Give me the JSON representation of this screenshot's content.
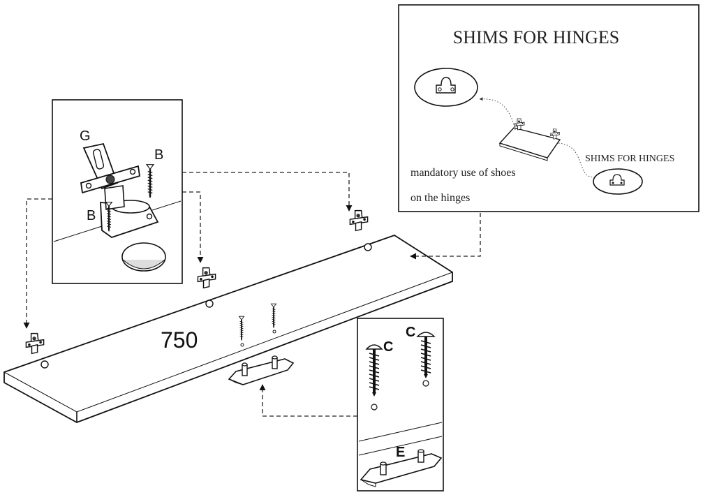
{
  "shims_panel": {
    "title": "SHIMS FOR HINGES",
    "side_label": "SHIMS FOR HINGES",
    "note_line1": "mandatory use of shoes",
    "note_line2": "on the hinges"
  },
  "hinge_panel": {
    "label_g": "G",
    "label_b_right": "B",
    "label_b_left": "B"
  },
  "shelf": {
    "dimension": "750"
  },
  "handle_panel": {
    "label_c_left": "C",
    "label_c_right": "C",
    "label_e": "E"
  }
}
